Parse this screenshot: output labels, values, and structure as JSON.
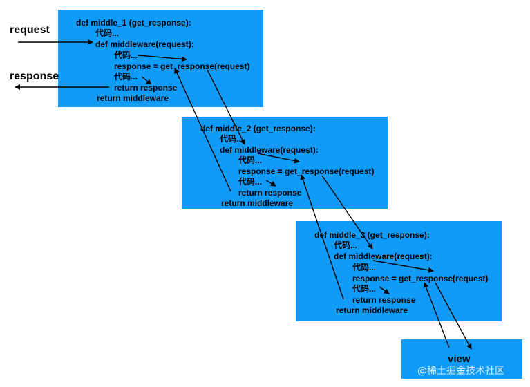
{
  "colors": {
    "box": "#0f9bf7",
    "line": "#000000",
    "text": "#000000"
  },
  "middlewares": [
    {
      "id": "middle-1",
      "lines": [
        "def  middle_1 (get_response):",
        "代码...",
        "def middleware(request):",
        "代码...",
        "response = get_response(request)",
        "代码...",
        "return response",
        "return middleware"
      ]
    },
    {
      "id": "middle-2",
      "lines": [
        "def  middle_2 (get_response):",
        "代码...",
        "def middleware(request):",
        "代码...",
        "response = get_response(request)",
        "代码...",
        "return response",
        "return middleware"
      ]
    },
    {
      "id": "middle-3",
      "lines": [
        "def  middle_3 (get_response):",
        "代码...",
        "def middleware(request):",
        "代码...",
        "response = get_response(request)",
        "代码...",
        "return response",
        "return middleware"
      ]
    }
  ],
  "labels": {
    "request": "request",
    "response": "response",
    "view": "view"
  },
  "watermark": "@稀土掘金技术社区"
}
